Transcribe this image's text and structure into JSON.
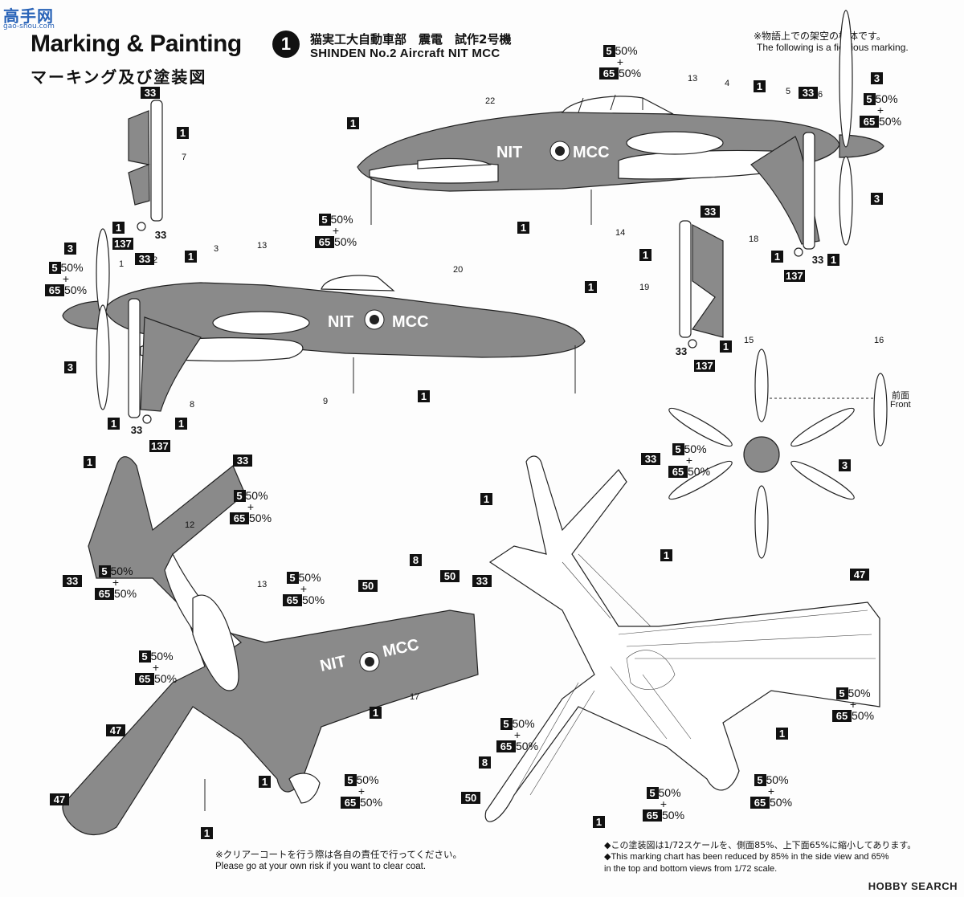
{
  "watermark": {
    "logo": "高手网",
    "sub": "gao-shou.com"
  },
  "header": {
    "title_en": "Marking & Painting",
    "title_jp": "マーキング及び塗装図",
    "marking_number": "1",
    "subtitle_jp": "猫実工大自動車部　震電　試作2号機",
    "subtitle_en": "SHINDEN No.2 Aircraft   NIT MCC",
    "note_jp": "※物語上での架空の機体です。",
    "note_en": "The following is a fictitious marking."
  },
  "labels": {
    "front_jp": "前面",
    "front_en": "Front",
    "nose_text_left": "NIT",
    "nose_text_right": "MCC"
  },
  "mix": {
    "a": "5",
    "a_pct": "50%",
    "b": "65",
    "b_pct": "50%",
    "plus": "+"
  },
  "callout_numbers": [
    "1",
    "3",
    "8",
    "33",
    "47",
    "50",
    "137"
  ],
  "part_numbers": [
    "1",
    "2",
    "3",
    "4",
    "5",
    "6",
    "7",
    "8",
    "9",
    "12",
    "13",
    "14",
    "15",
    "16",
    "17",
    "18",
    "19",
    "20",
    "22"
  ],
  "footer": {
    "clear_jp": "※クリアーコートを行う際は各自の責任で行ってください。",
    "clear_en": "Please go at your own risk if you want to clear coat.",
    "scale_jp": "◆この塗装図は1/72スケールを、側面85%、上下面65%に縮小してあります。",
    "scale_en1": "◆This marking chart has been reduced by 85% in the side view and 65%",
    "scale_en2": "in the top and bottom views from 1/72 scale.",
    "source": "HOBBY SEARCH"
  },
  "colors": {
    "panel_grey": "#8a8a8a",
    "dark": "#111111",
    "paper": "#fdfdfd"
  }
}
